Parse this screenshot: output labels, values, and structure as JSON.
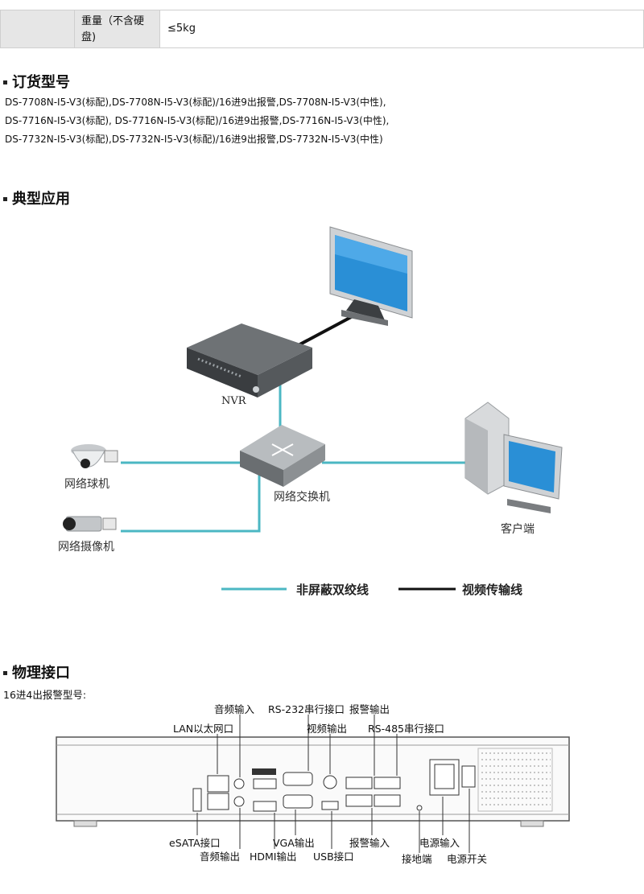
{
  "spec_row": {
    "label_line1": "重量（不含硬",
    "label_line2": "盘)",
    "value": "≤5kg"
  },
  "order": {
    "heading": "订货型号",
    "lines": [
      "DS-7708N-I5-V3(标配),DS-7708N-I5-V3(标配)/16进9出报警,DS-7708N-I5-V3(中性),",
      "DS-7716N-I5-V3(标配), DS-7716N-I5-V3(标配)/16进9出报警,DS-7716N-I5-V3(中性),",
      "DS-7732N-I5-V3(标配),DS-7732N-I5-V3(标配)/16进9出报警,DS-7732N-I5-V3(中性)"
    ]
  },
  "typical": {
    "heading": "典型应用",
    "nvr": "NVR",
    "switch": "网络交换机",
    "dome": "网络球机",
    "camera": "网络摄像机",
    "client": "客户端",
    "legend_cable": "非屏蔽双绞线",
    "legend_video": "视频传输线",
    "colors": {
      "cable": "#4bb7c3",
      "video": "#111111",
      "screen": "#2a8fd6"
    }
  },
  "physical": {
    "heading": "物理接口",
    "subtitle": "16进4出报警型号:",
    "labels": {
      "audio_in": "音频输入",
      "rs232": "RS-232串行接口",
      "alarm_out": "报警输出",
      "lan": "LAN以太网口",
      "video_out": "视频输出",
      "rs485": "RS-485串行接口",
      "esata": "eSATA接口",
      "vga_out": "VGA输出",
      "alarm_in": "报警输入",
      "power_in": "电源输入",
      "audio_out": "音频输出",
      "hdmi_out": "HDMI输出",
      "usb": "USB接口",
      "ground": "接地端",
      "power_switch": "电源开关"
    }
  }
}
